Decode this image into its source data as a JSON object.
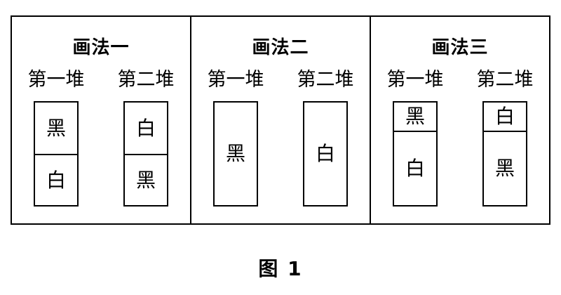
{
  "panels": [
    {
      "title": "画法一",
      "pile1": {
        "label": "第一堆",
        "top": "黑",
        "bottom": "白"
      },
      "pile2": {
        "label": "第二堆",
        "top": "白",
        "bottom": "黑"
      }
    },
    {
      "title": "画法二",
      "pile1": {
        "label": "第一堆",
        "content": "黑"
      },
      "pile2": {
        "label": "第二堆",
        "content": "白"
      }
    },
    {
      "title": "画法三",
      "pile1": {
        "label": "第一堆",
        "top": "黑",
        "bottom": "白"
      },
      "pile2": {
        "label": "第二堆",
        "top": "白",
        "bottom": "黑"
      }
    }
  ],
  "caption": "图 1"
}
